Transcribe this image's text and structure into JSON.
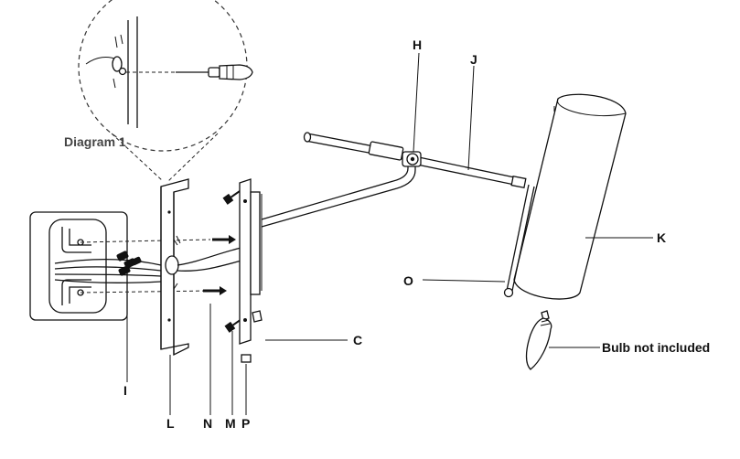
{
  "labels": {
    "diagram_caption": "Diagram 1",
    "H": "H",
    "J": "J",
    "K": "K",
    "O": "O",
    "C": "C",
    "I": "I",
    "L": "L",
    "N": "N",
    "M": "M",
    "P": "P",
    "bulb_note": "Bulb not included"
  }
}
